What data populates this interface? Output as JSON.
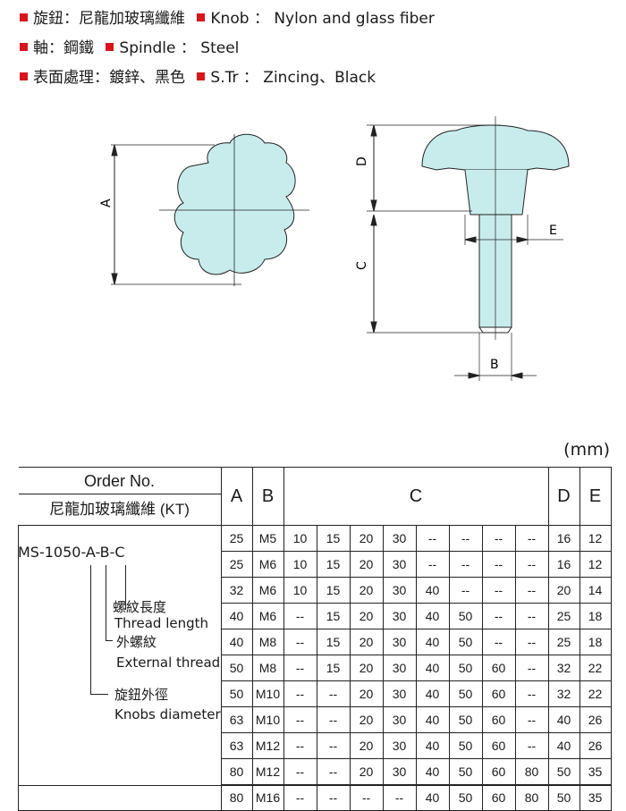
{
  "specs": [
    {
      "zh_label": "旋鈕",
      "zh_value": "尼龍加玻璃纖維",
      "en_label": "Knob",
      "en_value": "Nylon and glass fiber"
    },
    {
      "zh_label": "軸",
      "zh_value": "鋼鐵",
      "en_label": "Spindle",
      "en_value": "Steel"
    },
    {
      "zh_label": "表面處理",
      "zh_value": "鍍鋅、黑色",
      "en_label": "S.Tr",
      "en_value": "Zincing、Black"
    }
  ],
  "colon": "：",
  "drawing": {
    "labels": {
      "a": "A",
      "b": "B",
      "c": "C",
      "d": "D",
      "e": "E"
    },
    "part_color": "#c8ecec"
  },
  "unit": "(mm)",
  "table": {
    "header": {
      "order_no": "Order No.",
      "material": "尼龍加玻璃纖維 (KT)",
      "a": "A",
      "b": "B",
      "c": "C",
      "d": "D",
      "e": "E"
    },
    "model": "MS-1050-A-B-C",
    "legend": {
      "thread_length_zh": "螺紋長度",
      "thread_length_en": "Thread length",
      "external_thread_zh": "外螺紋",
      "external_thread_en": "External thread",
      "knob_diameter_zh": "旋鈕外徑",
      "knob_diameter_en": "Knobs diameter"
    },
    "rows": [
      {
        "a": "25",
        "b": "M5",
        "c": [
          "10",
          "15",
          "20",
          "30",
          "--",
          "--",
          "--",
          "--"
        ],
        "d": "16",
        "e": "12"
      },
      {
        "a": "25",
        "b": "M6",
        "c": [
          "10",
          "15",
          "20",
          "30",
          "--",
          "--",
          "--",
          "--"
        ],
        "d": "16",
        "e": "12"
      },
      {
        "a": "32",
        "b": "M6",
        "c": [
          "10",
          "15",
          "20",
          "30",
          "40",
          "--",
          "--",
          "--"
        ],
        "d": "20",
        "e": "14"
      },
      {
        "a": "40",
        "b": "M6",
        "c": [
          "--",
          "15",
          "20",
          "30",
          "40",
          "50",
          "--",
          "--"
        ],
        "d": "25",
        "e": "18"
      },
      {
        "a": "40",
        "b": "M8",
        "c": [
          "--",
          "15",
          "20",
          "30",
          "40",
          "50",
          "--",
          "--"
        ],
        "d": "25",
        "e": "18"
      },
      {
        "a": "50",
        "b": "M8",
        "c": [
          "--",
          "15",
          "20",
          "30",
          "40",
          "50",
          "60",
          "--"
        ],
        "d": "32",
        "e": "22"
      },
      {
        "a": "50",
        "b": "M10",
        "c": [
          "--",
          "--",
          "20",
          "30",
          "40",
          "50",
          "60",
          "--"
        ],
        "d": "32",
        "e": "22"
      },
      {
        "a": "63",
        "b": "M10",
        "c": [
          "--",
          "--",
          "20",
          "30",
          "40",
          "50",
          "60",
          "--"
        ],
        "d": "40",
        "e": "26"
      },
      {
        "a": "63",
        "b": "M12",
        "c": [
          "--",
          "--",
          "20",
          "30",
          "40",
          "50",
          "60",
          "--"
        ],
        "d": "40",
        "e": "26"
      },
      {
        "a": "80",
        "b": "M12",
        "c": [
          "--",
          "--",
          "20",
          "30",
          "40",
          "50",
          "60",
          "80"
        ],
        "d": "50",
        "e": "35"
      },
      {
        "a": "80",
        "b": "M16",
        "c": [
          "--",
          "--",
          "--",
          "--",
          "40",
          "50",
          "60",
          "80"
        ],
        "d": "50",
        "e": "35"
      }
    ]
  }
}
